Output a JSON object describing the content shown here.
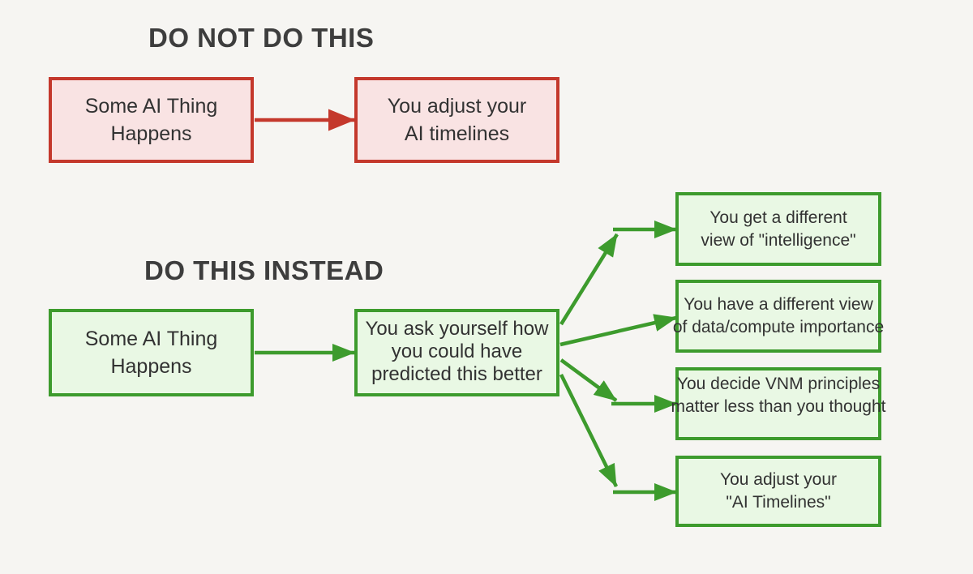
{
  "colors": {
    "background": "#f6f5f2",
    "red_border": "#c4382c",
    "red_fill": "#f9e3e3",
    "green_border": "#3d9b2d",
    "green_fill": "#e9f8e4",
    "heading_text": "#3d3d3d",
    "box_text": "#323232"
  },
  "do_not": {
    "heading": "DO NOT DO THIS",
    "cause": {
      "line1": "Some AI Thing",
      "line2": "Happens"
    },
    "effect": {
      "line1": "You adjust your",
      "line2": "AI timelines"
    }
  },
  "do_instead": {
    "heading": "DO THIS INSTEAD",
    "cause": {
      "line1": "Some AI Thing",
      "line2": "Happens"
    },
    "reflection": {
      "line1": "You ask yourself how",
      "line2": "you could have",
      "line3": "predicted this better"
    },
    "outcomes": [
      {
        "line1": "You get a different",
        "line2": "view of \"intelligence\""
      },
      {
        "line1": "You have a different view",
        "line2": "of data/compute importance"
      },
      {
        "line1": "You decide VNM principles",
        "line2": "matter less than you thought"
      },
      {
        "line1": "You adjust your",
        "line2": "\"AI Timelines\""
      }
    ]
  }
}
